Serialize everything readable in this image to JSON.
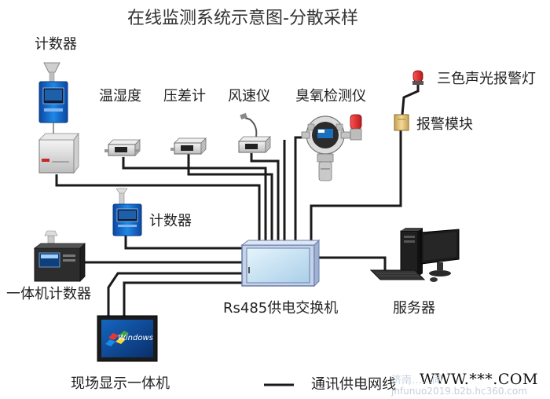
{
  "title": "在线监测系统示意图-分散采样",
  "labels": {
    "counter_top": "计数器",
    "temp_humidity": "温湿度",
    "pressure_diff": "压差计",
    "anemometer": "风速仪",
    "ozone_detector": "臭氧检测仪",
    "alarm_light": "三色声光报警灯",
    "alarm_module": "报警模块",
    "counter_mid": "计数器",
    "integrated_counter": "一体机计数器",
    "switch": "Rs485供电交换机",
    "server": "服务器",
    "display_unit": "现场显示一体机",
    "legend_text": "通讯供电网线",
    "website": "WWW.***.COM",
    "screen_brand": "Windows"
  },
  "watermark": {
    "line1": "济南……同",
    "line2": "jnfunuo2019.b2b.hc360.com"
  },
  "colors": {
    "wire": "#1a1a1a",
    "counter_blue": "#1565c0",
    "cabinet_frame": "#7e8fb3",
    "cabinet_glass": "#cfe6f7",
    "alarm_red": "#d32f2f",
    "alarm_module": "#d8b468"
  }
}
